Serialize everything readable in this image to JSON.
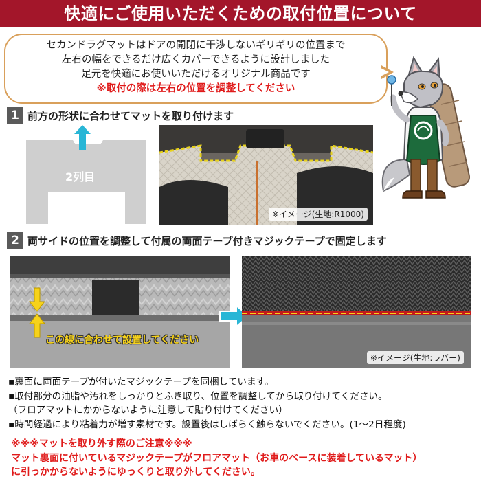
{
  "header": {
    "title": "快適にご使用いただくための取付位置について"
  },
  "intro": {
    "lines": [
      "セカンドラグマットはドアの開閉に干渉しないギリギリの位置まで",
      "左右の幅をできるだけ広くカバーできるように設計しました",
      "足元を快適にお使いいただけるオリジナル商品です"
    ],
    "warning": "※取付の際は左右の位置を調整してください"
  },
  "step1": {
    "number": "1",
    "title": "前方の形状に合わせてマットを取り付けます",
    "diagram_label": "2列目",
    "photo_caption": "※イメージ(生地:R1000)"
  },
  "step2": {
    "number": "2",
    "title": "両サイドの位置を調整して付属の両面テープ付きマジックテープで固定します",
    "guide_label": "この線に合わせて設置してください",
    "photo_caption": "※イメージ(生地:ラバー)"
  },
  "notes": [
    "▪裏面に両面テープが付いたマジックテープを同梱しています。",
    "▪取付部分の油脂や汚れをしっかりとふき取り、位置を調整してから取り付けてください。",
    "（フロアマットにかからないように注意して貼り付けてください）",
    "▪時間経過により粘着力が増す素材です。設置後はしばらく触らないでください。(1～2日程度)"
  ],
  "caution": [
    "※※※マットを取り外す際のご注意※※※",
    "マット裏面に付いているマジックテープがフロアマット（お車のベースに装着しているマット）",
    "に引っかからないようにゆっくりと取り外してください。"
  ],
  "colors": {
    "banner": "#a3162a",
    "warning_red": "#e01b1b",
    "bubble_border": "#d9a05b",
    "arrow_cyan": "#29b6d6",
    "arrow_yellow": "#f6d21a",
    "step_badge": "#5a5a5a"
  },
  "icons": {
    "mascot": "fox-mascot-illustration",
    "up_arrow": "cyan-up-arrow-icon",
    "right_arrow": "cyan-right-arrow-icon",
    "yellow_arrows": "yellow-double-arrow-icon"
  }
}
